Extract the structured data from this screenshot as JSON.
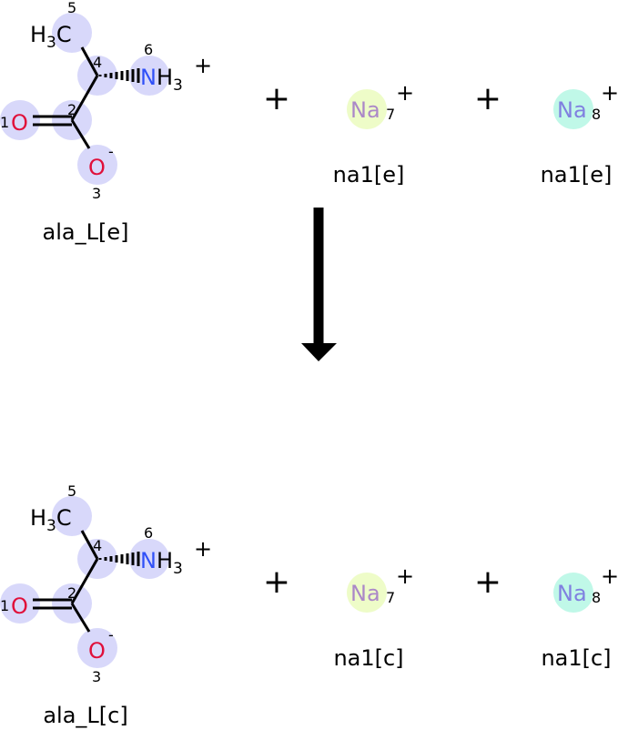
{
  "colors": {
    "atom_highlight": "#d8d8fa",
    "oxygen": "#e0103a",
    "nitrogen": "#3050f8",
    "sodium_text_7": "#ab88c8",
    "sodium_text_8": "#8080e0",
    "na7_fill": "#eefcc8",
    "na8_fill": "#c0f8e8"
  },
  "reactants": {
    "alanine": {
      "name": "ala_L[e]",
      "h3c": "H",
      "h3c_sub": "3",
      "h3c_c": "C",
      "n": "N",
      "nh3_h": "H",
      "nh3_sub": "3",
      "charge_pos": "+",
      "o1": "O",
      "o3": "O",
      "charge_neg": "-",
      "atom_numbers": [
        "1",
        "2",
        "3",
        "4",
        "5",
        "6"
      ]
    },
    "plus1": "+",
    "na_a": {
      "symbol": "Na",
      "number": "7",
      "charge": "+",
      "name": "na1[e]"
    },
    "plus2": "+",
    "na_b": {
      "symbol": "Na",
      "number": "8",
      "charge": "+",
      "name": "na1[e]"
    }
  },
  "products": {
    "alanine": {
      "name": "ala_L[c]",
      "h3c": "H",
      "h3c_sub": "3",
      "h3c_c": "C",
      "n": "N",
      "nh3_h": "H",
      "nh3_sub": "3",
      "charge_pos": "+",
      "o1": "O",
      "o3": "O",
      "charge_neg": "-",
      "atom_numbers": [
        "1",
        "2",
        "3",
        "4",
        "5",
        "6"
      ]
    },
    "plus1": "+",
    "na_a": {
      "symbol": "Na",
      "number": "7",
      "charge": "+",
      "name": "na1[c]"
    },
    "plus2": "+",
    "na_b": {
      "symbol": "Na",
      "number": "8",
      "charge": "+",
      "name": "na1[c]"
    }
  }
}
